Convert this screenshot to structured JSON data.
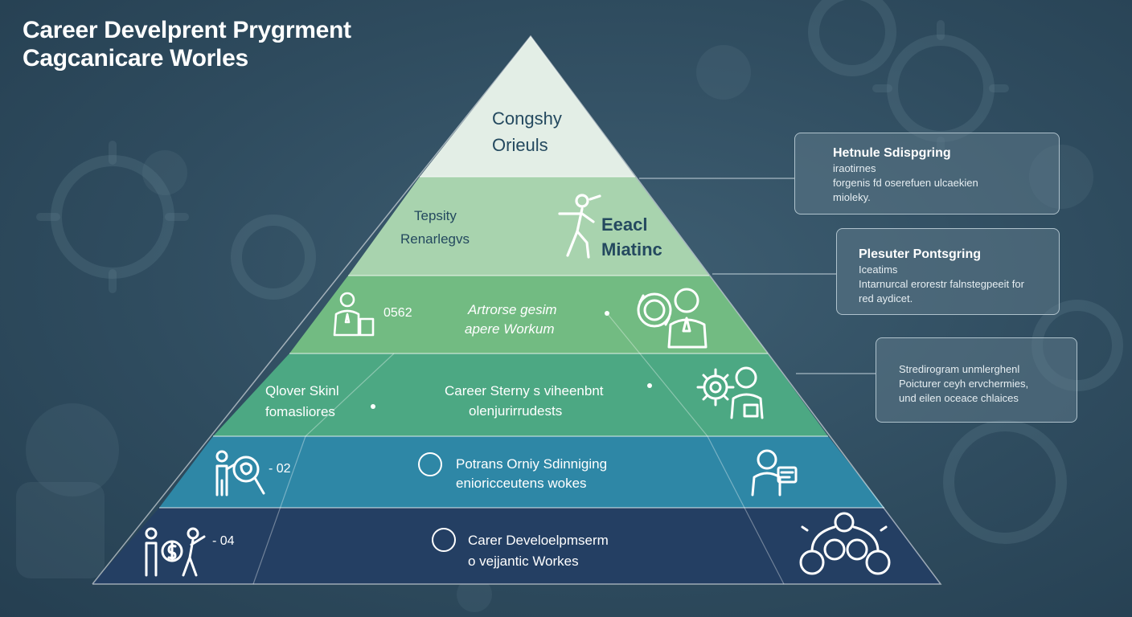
{
  "title": {
    "line1": "Career Develprent Prygrment",
    "line2": "Cagcanicare Worles"
  },
  "tiers": {
    "t1": {
      "line1": "Congshy",
      "line2": "Orieuls"
    },
    "t2": {
      "left1": "Tepsity",
      "left2": "Renarlegvs",
      "right1": "Eeacl",
      "right2": "Miatinc"
    },
    "t3": {
      "number": "0562",
      "line1": "Artrorse gesim",
      "line2": "apere Workum"
    },
    "t4": {
      "left1": "Qlover Skinl",
      "left2": "fomasliores",
      "line1": "Career Sterny s viheenbnt",
      "line2": "olenjurirrudests"
    },
    "t5": {
      "number": "- 02",
      "line1": "Potrans Orniy Sdinniging",
      "line2": "enioricceutens wokes"
    },
    "t6": {
      "number": "- 04",
      "line1": "Carer Develoelpmserm",
      "line2": "o vejjantic Workes"
    }
  },
  "callouts": [
    {
      "title": "Hetnule Sdispgring",
      "lines": [
        "iraotirnes",
        "forgenis fd oserefuen ulcaekien",
        "mioleky."
      ]
    },
    {
      "title": "Plesuter Pontsgring",
      "lines": [
        "Iceatims",
        "Intarnurcal erorestr falnstegpeeit for",
        "red aydicet."
      ]
    },
    {
      "title": "",
      "lines": [
        "Stredirogram unmlerghenl",
        "Poicturer ceyh ervchermies,",
        "und eilen oceace chlaices"
      ]
    }
  ],
  "colors": {
    "tier1": "#e3eee6",
    "tier2": "#a8d3ae",
    "tier3": "#72bb82",
    "tier4": "#4ca883",
    "tier5": "#2e87a6",
    "tier6": "#243f63"
  },
  "icons": [
    "person-walking-icon",
    "presenter-icon",
    "team-cycle-icon",
    "gear-person-icon",
    "magnifier-brain-icon",
    "person-document-icon",
    "money-team-icon",
    "network-people-icon"
  ]
}
